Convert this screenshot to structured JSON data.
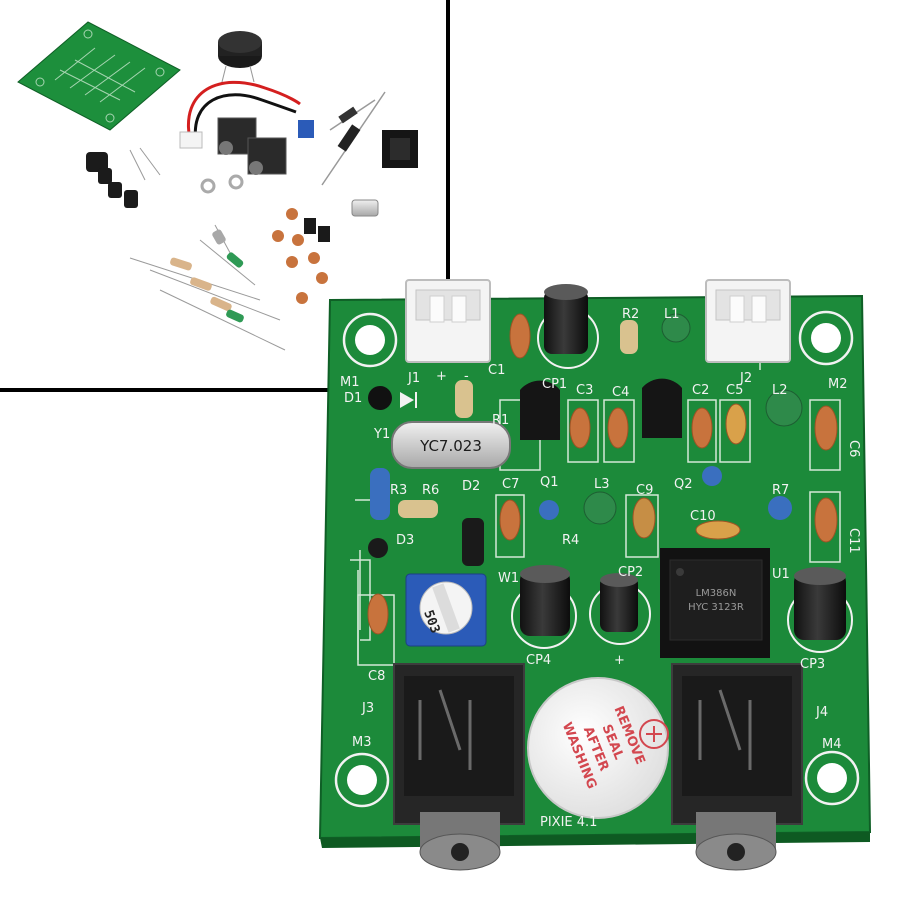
{
  "board": {
    "crystal_marking": "YC7.023",
    "version_label": "PIXIE 4.1",
    "pot_marking": "503",
    "ic_marking": "LM386N",
    "ic_subtext": "HYC 3123R",
    "buzzer_text": [
      "REMOVE",
      "SEAL",
      "AFTER",
      "WASHING"
    ]
  },
  "silkscreen": {
    "J1": "J1",
    "J2": "J2",
    "J3": "J3",
    "J4": "J4",
    "M1": "M1",
    "M2": "M2",
    "M3": "M3",
    "M4": "M4",
    "C1": "C1",
    "C2": "C2",
    "C3": "C3",
    "C4": "C4",
    "C5": "C5",
    "C6": "C6",
    "C7": "C7",
    "C8": "C8",
    "C9": "C9",
    "C10": "C10",
    "C11": "C11",
    "R1": "R1",
    "R2": "R2",
    "R3": "R3",
    "R4": "R4",
    "R6": "R6",
    "R7": "R7",
    "D1": "D1",
    "D2": "D2",
    "D3": "D3",
    "Q1": "Q1",
    "Q2": "Q2",
    "Y1": "Y1",
    "U1": "U1",
    "W1": "W1",
    "L1": "L1",
    "L2": "L2",
    "L3": "L3",
    "CP1": "CP1",
    "CP2": "CP2",
    "CP3": "CP3",
    "CP4": "CP4",
    "plus": "+",
    "minus": "-"
  },
  "colors": {
    "pcb": "#1c8a3a",
    "pcb_dark": "#126a2a",
    "silkscreen": "#f2f2f2",
    "ceramic_cap": "#c8733d",
    "inductor": "#2e8a4a",
    "resistor": "#3a6fbf",
    "connector": "#f4f4f4",
    "jack": "#2a2a2a",
    "frame_line": "#000000"
  }
}
